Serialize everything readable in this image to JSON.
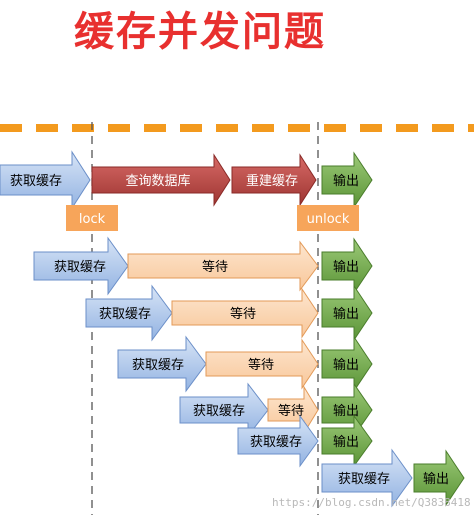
{
  "title": "缓存并发问题",
  "colors": {
    "title": "#e8302f",
    "dash_line": "#f39a1e",
    "blue_arrow": "#a9c4ea",
    "red_arrow": "#c0504d",
    "orange_arrow": "#fcd9b6",
    "green_arrow": "#70ad47",
    "lock_box": "#f7a55a"
  },
  "labels": {
    "get_cache": "获取缓存",
    "query_db": "查询数据库",
    "rebuild_cache": "重建缓存",
    "output": "输出",
    "wait": "等待",
    "lock": "lock",
    "unlock": "unlock"
  },
  "watermark": "https://blog.csdn.net/Q3838418"
}
